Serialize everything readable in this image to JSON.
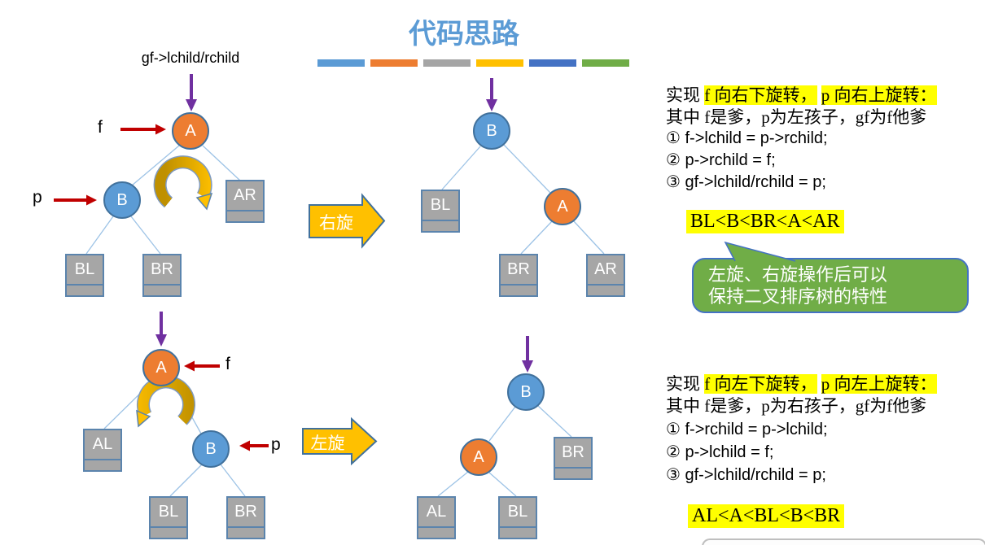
{
  "slide_title": "代码思路",
  "accent_bar_colors": [
    "#5B9BD5",
    "#ED7D31",
    "#A5A5A5",
    "#FFC000",
    "#4472C4",
    "#70AD47"
  ],
  "colors": {
    "title_blue": "#5B9BD5",
    "node_orange": "#ED7D31",
    "node_blue": "#5B9BD5",
    "subtree_gray": "#A6A6A6",
    "edge_light_blue": "#9DC3E6",
    "pointer_purple": "#7030A0",
    "pointer_red": "#C00000",
    "rotation_yellow": "#FFC000",
    "highlight_yellow": "#FFFF00",
    "callout_green": "#70AD47"
  },
  "rotation_right": {
    "gf_pointer_label": "gf->lchild/rchild",
    "f_label": "f",
    "p_label": "p",
    "arrow_label": "右旋",
    "before": {
      "root": "A",
      "left": "B",
      "right": "AR",
      "left_left": "BL",
      "left_right": "BR"
    },
    "after": {
      "root": "B",
      "left": "BL",
      "right": "A",
      "right_left": "BR",
      "right_right": "AR"
    },
    "text": {
      "line1_segments": [
        {
          "t": "实现 ",
          "h": false
        },
        {
          "t": "f 向右下旋转，",
          "h": true
        },
        {
          "t": " ",
          "h": false
        },
        {
          "t": "p 向右上旋转：",
          "h": true
        }
      ],
      "line2": "其中 f是爹，p为左孩子，gf为f他爹",
      "steps": [
        "① f->lchild = p->rchild;",
        "② p->rchild = f;",
        "③ gf->lchild/rchild = p;"
      ],
      "order": "BL<B<BR<A<AR"
    }
  },
  "rotation_left": {
    "f_label": "f",
    "p_label": "p",
    "arrow_label": "左旋",
    "before": {
      "root": "A",
      "left": "AL",
      "right": "B",
      "right_left": "BL",
      "right_right": "BR"
    },
    "after": {
      "root": "B",
      "left": "A",
      "right": "BR",
      "left_left": "AL",
      "left_right": "BL"
    },
    "text": {
      "line1_segments": [
        {
          "t": "实现 ",
          "h": false
        },
        {
          "t": "f 向左下旋转，",
          "h": true
        },
        {
          "t": " ",
          "h": false
        },
        {
          "t": "p 向左上旋转：",
          "h": true
        }
      ],
      "line2": "其中 f是爹，p为右孩子，gf为f他爹",
      "steps": [
        "① f->rchild = p->lchild;",
        "② p->lchild = f;",
        "③ gf->lchild/rchild = p;"
      ],
      "order": "AL<A<BL<B<BR"
    }
  },
  "callout": {
    "line1": "左旋、右旋操作后可以",
    "line2": "保持二叉排序树的特性"
  }
}
